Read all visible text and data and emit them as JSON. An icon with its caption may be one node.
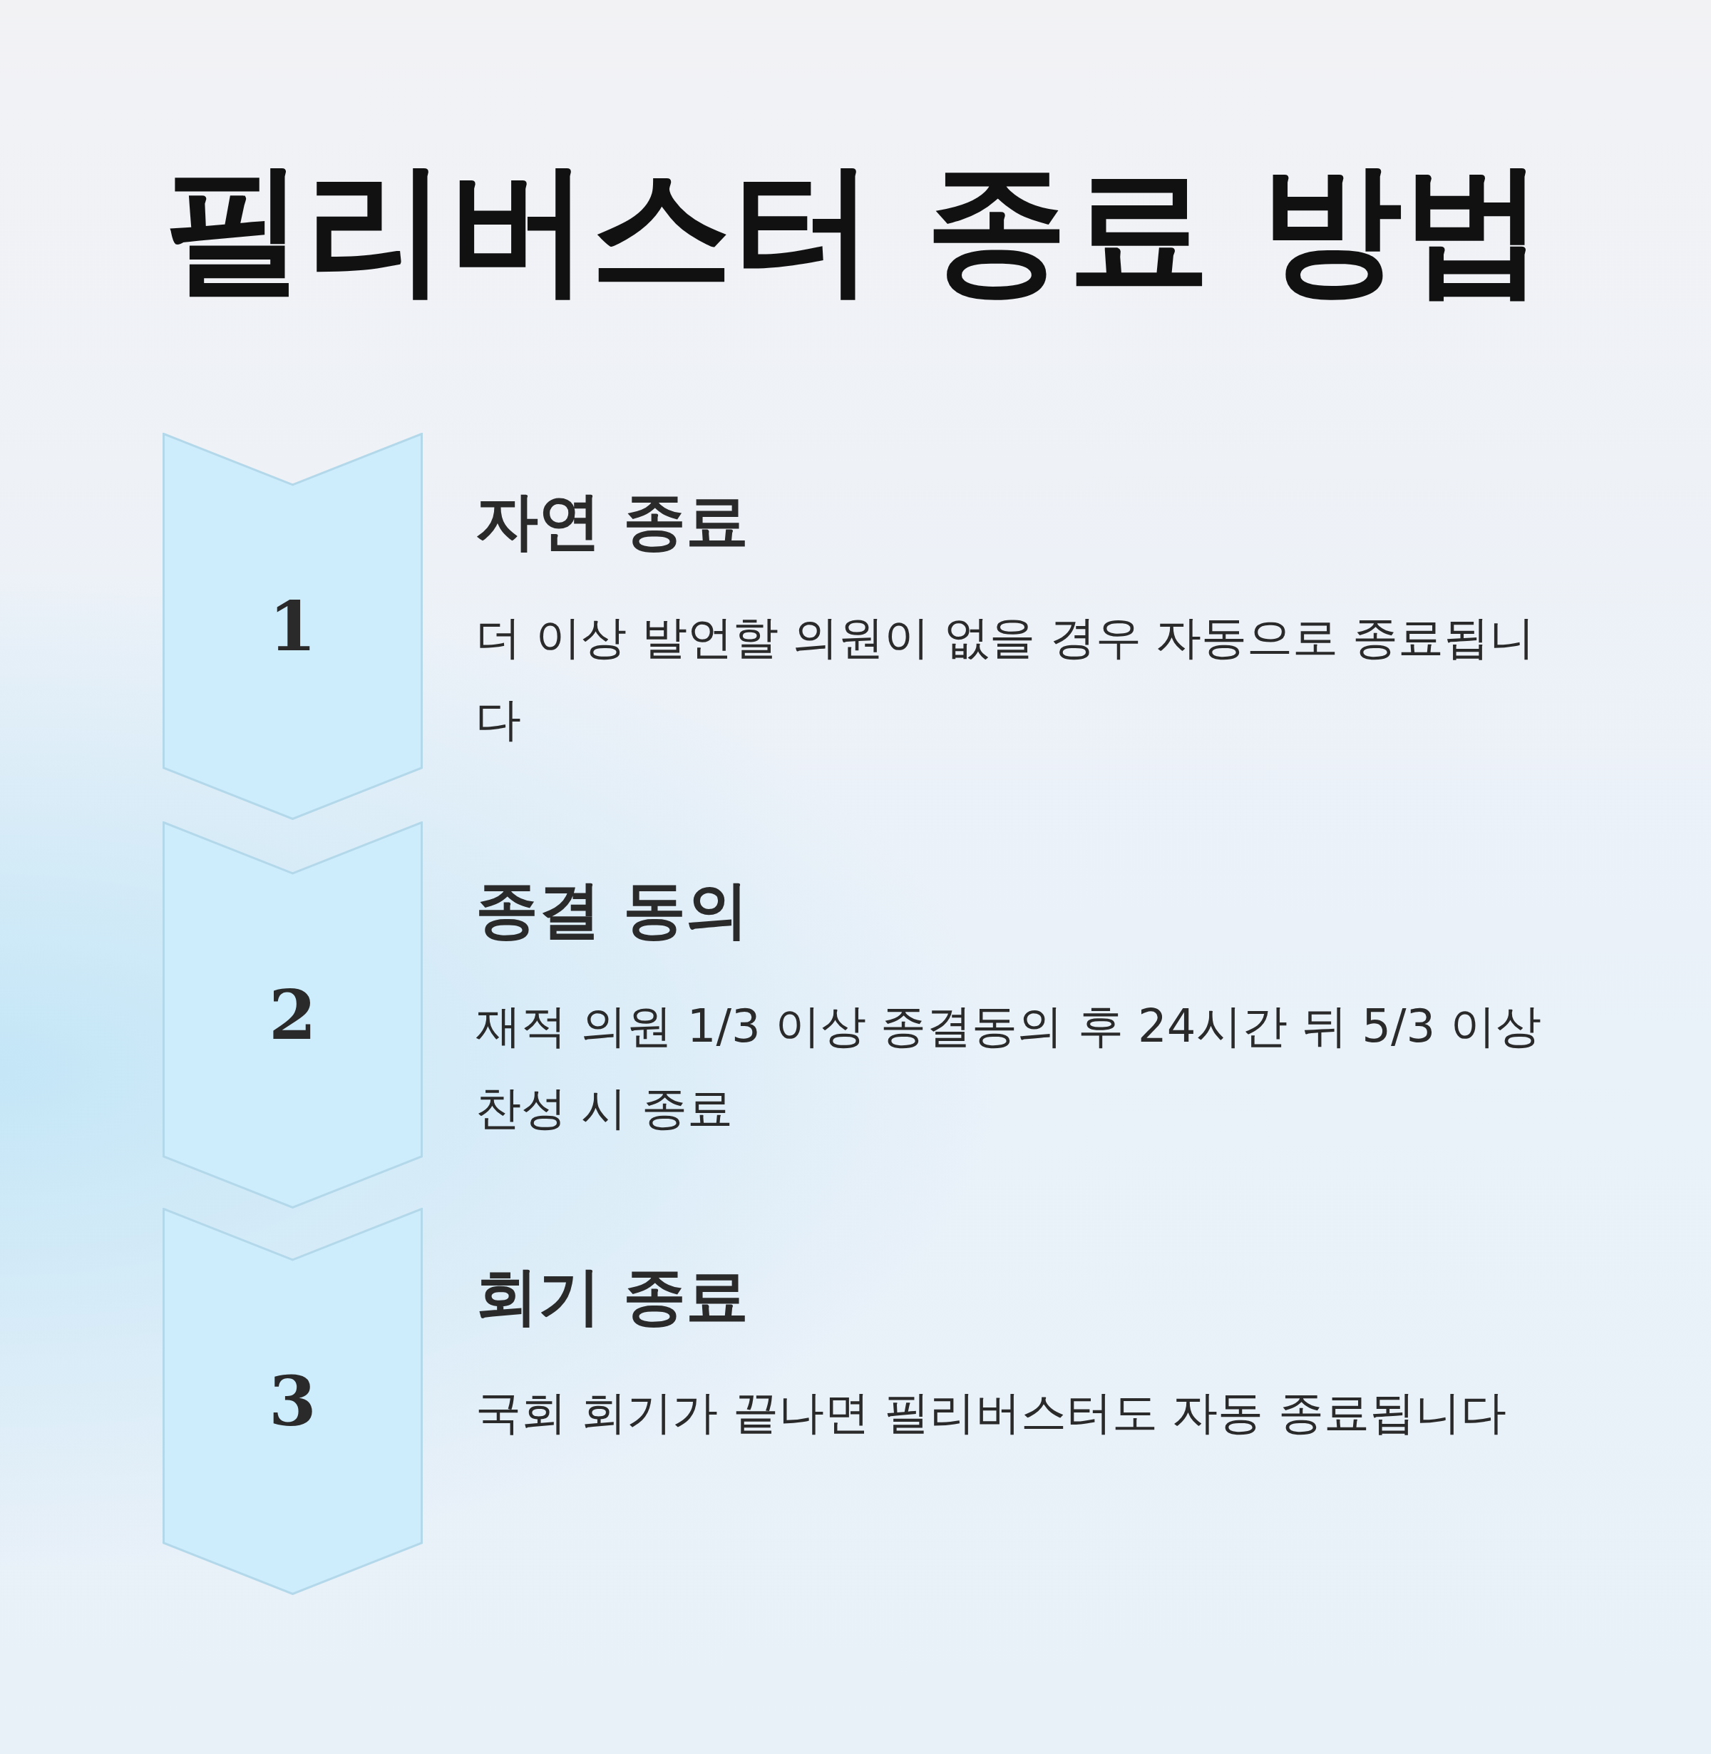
{
  "diagram": {
    "title": "필리버스터 종료 방법",
    "nodes": [
      {
        "text": [
          "1"
        ],
        "beside": [
          "자연 종료",
          "더 이상 발언할 의원이 없을 경우 자동으로 종료됩니다"
        ]
      },
      {
        "text": [
          "2"
        ],
        "beside": [
          "종결 동의",
          "재적 의원 1/3 이상 종결동의 후 24시간 뒤 5/3 이상 찬성 시 종료"
        ]
      },
      {
        "text": [
          "3"
        ],
        "beside": [
          "회기 종료",
          "국회 회기가 끝나면 필리버스터도 자동 종료됩니다"
        ]
      }
    ]
  }
}
